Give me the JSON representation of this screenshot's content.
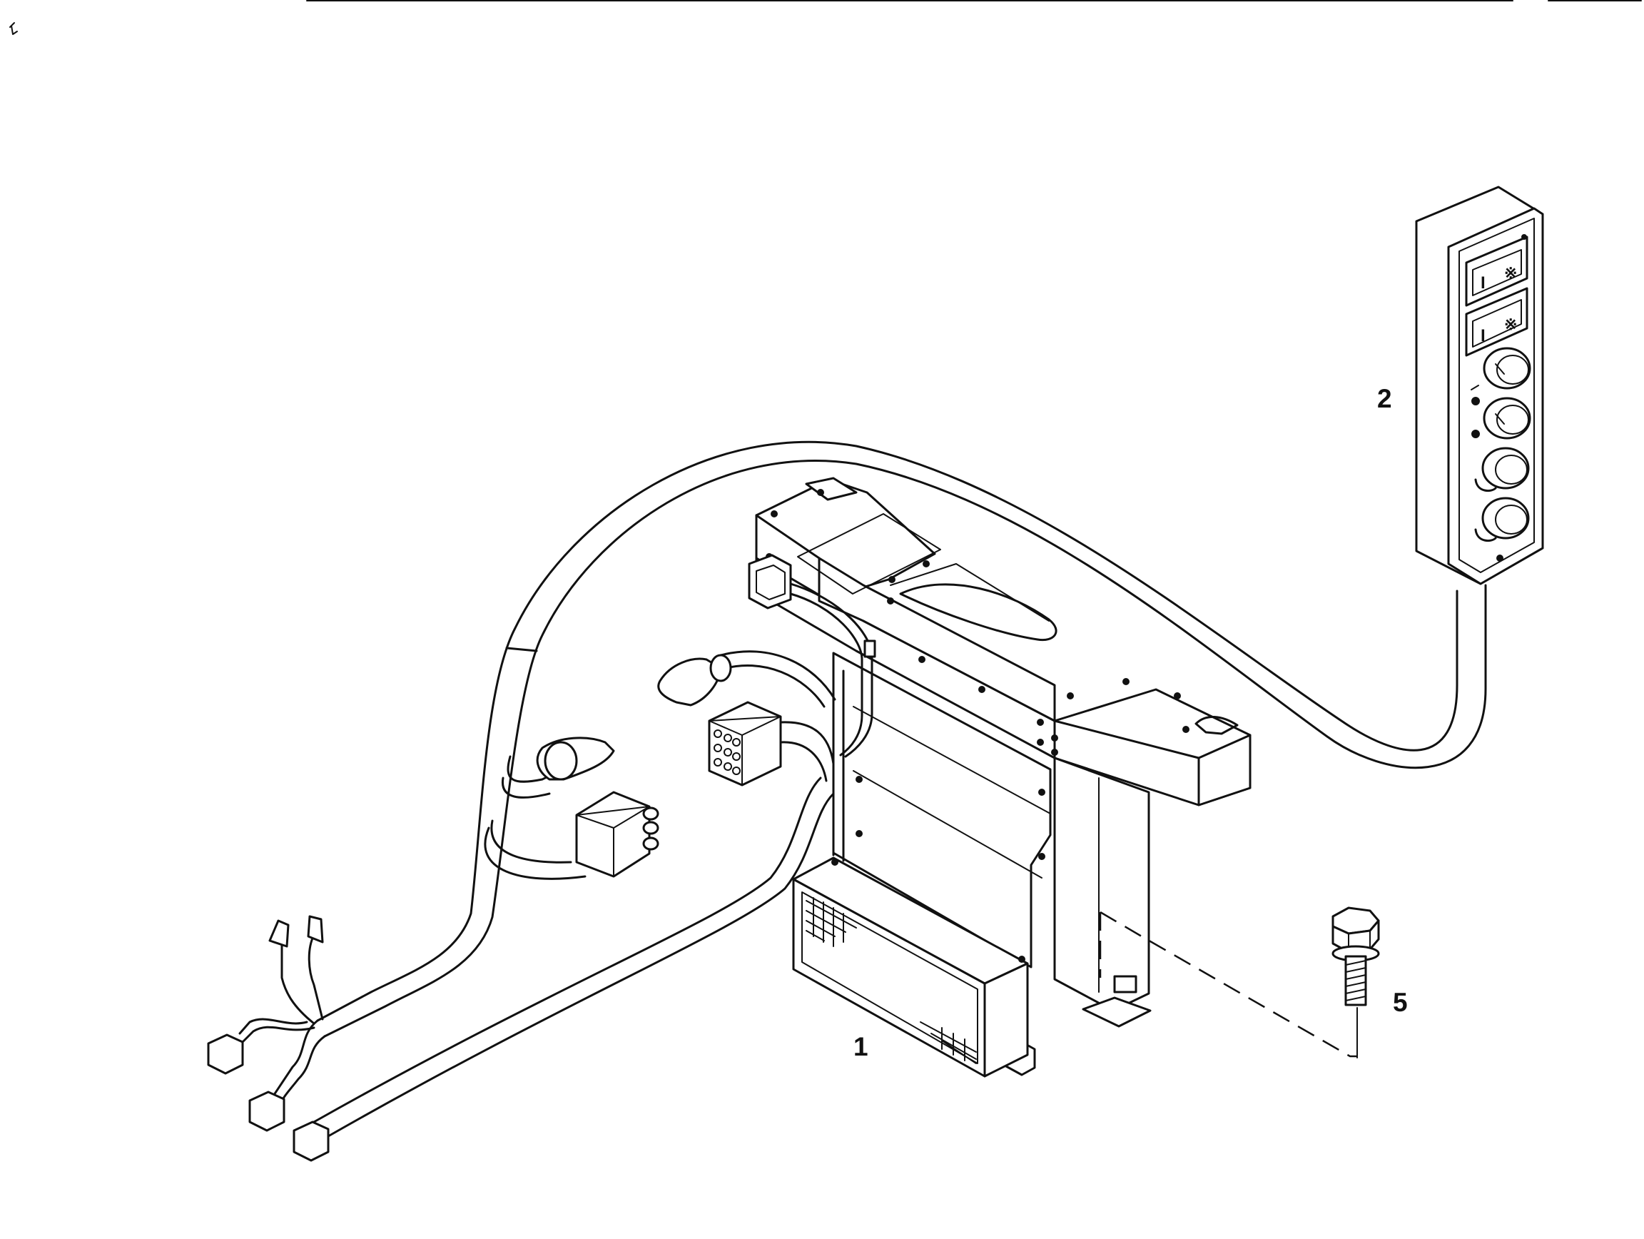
{
  "callouts": {
    "item_1": "1",
    "item_2": "2",
    "item_5": "5"
  },
  "colors": {
    "line": "#111111",
    "background": "#ffffff"
  }
}
